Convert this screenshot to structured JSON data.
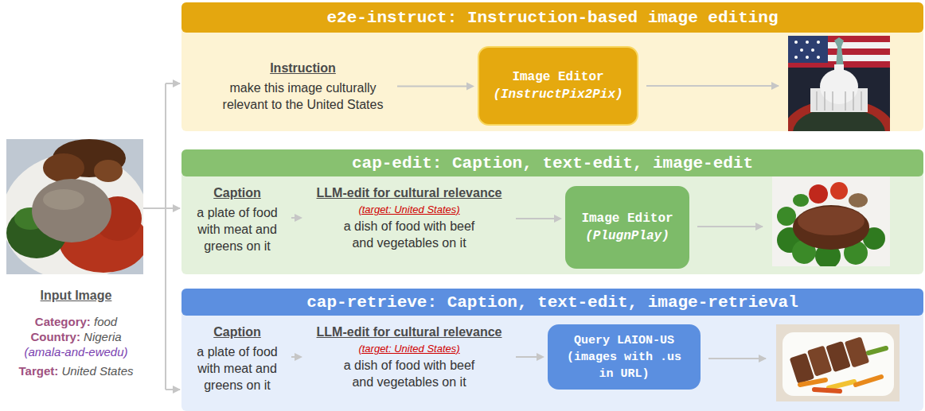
{
  "diagram": {
    "nodes": [
      {
        "text": [
          "e2e-instruct: Instruction-based image editing"
        ]
      },
      {
        "text": [
          "Instruction",
          "make this image culturally relevant to the United States"
        ],
        "in": 0
      },
      {
        "text": [
          "Image Editor",
          "(InstructPix2Pix)"
        ],
        "in": 0
      },
      {
        "text": [
          "cap-edit: Caption, text-edit, image-edit"
        ]
      },
      {
        "text": [
          "Caption",
          "a plate of food with meat and greens on it"
        ],
        "in": 3
      },
      {
        "text": [
          "LLM-edit for cultural relevance",
          "(target: United States)",
          "a dish of food with beef and vegetables on it"
        ],
        "in": 3
      },
      {
        "text": [
          "Image Editor",
          "(PlugnPlay)"
        ],
        "in": 3
      },
      {
        "text": [
          "cap-retrieve: Caption, text-edit, image-retrieval"
        ]
      },
      {
        "text": [
          "Caption",
          "a plate of food with meat and greens on it"
        ],
        "in": 7
      },
      {
        "text": [
          "LLM-edit for cultural relevance",
          "(target: United States)",
          "a dish of food with beef and vegetables on it"
        ],
        "in": 7
      },
      {
        "text": [
          "Query LAION-US",
          "(images with .us in URL)"
        ],
        "in": 7
      }
    ],
    "edges": [
      {
        "from": 1,
        "to": 2,
        "arrow": "to"
      },
      {
        "from": 4,
        "to": 5,
        "arrow": "to"
      },
      {
        "from": 5,
        "to": 6,
        "arrow": "to"
      },
      {
        "from": 8,
        "to": 9,
        "arrow": "to"
      },
      {
        "from": 9,
        "to": 10,
        "arrow": "to"
      }
    ],
    "labels": [
      "Input Image",
      "Category:",
      "food",
      "Country:",
      "Nigeria",
      "(amala-and-ewedu)",
      "Target:",
      "United States"
    ]
  }
}
